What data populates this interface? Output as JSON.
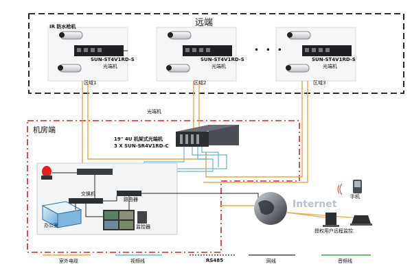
{
  "remote": {
    "title": "远端",
    "camera_label": "IR 防水枪机",
    "ellipsis": "• • •",
    "zones": [
      {
        "model": "SUN-ST4V1RD-S",
        "device": "光端机",
        "area": "区域1"
      },
      {
        "model": "SUN-ST4V1RD-S",
        "device": "光端机",
        "area": "区域2"
      },
      {
        "model": "SUN-ST4V1RD-S",
        "device": "光端机",
        "area": "区域3"
      }
    ]
  },
  "fiber_label": "光端机",
  "room": {
    "title": "机房端",
    "rack_line1": "19\" 4U 机架式光端机",
    "rack_line2": "3 X SUN-SR4V1RD-C",
    "switch": "交换机",
    "router": "路由器",
    "office": "办公室",
    "monitor": "监控器"
  },
  "internet": {
    "label": "Internet",
    "phone": "手机",
    "remote_users": "授权用户远程监控"
  },
  "legend": [
    {
      "label": "室外电缆",
      "color": "#f2a348"
    },
    {
      "label": "视频线",
      "color": "#5fb8d4"
    },
    {
      "label": "RS485",
      "color": "#222222",
      "style": "dotted"
    },
    {
      "label": "网线",
      "color": "#222222"
    },
    {
      "label": "音频线",
      "color": "#3aa641"
    }
  ],
  "colors": {
    "remote_border": "#111111",
    "room_border": "#d82020",
    "cable": "#f2a348",
    "video": "#5fb8d4",
    "audio": "#3aa641"
  }
}
